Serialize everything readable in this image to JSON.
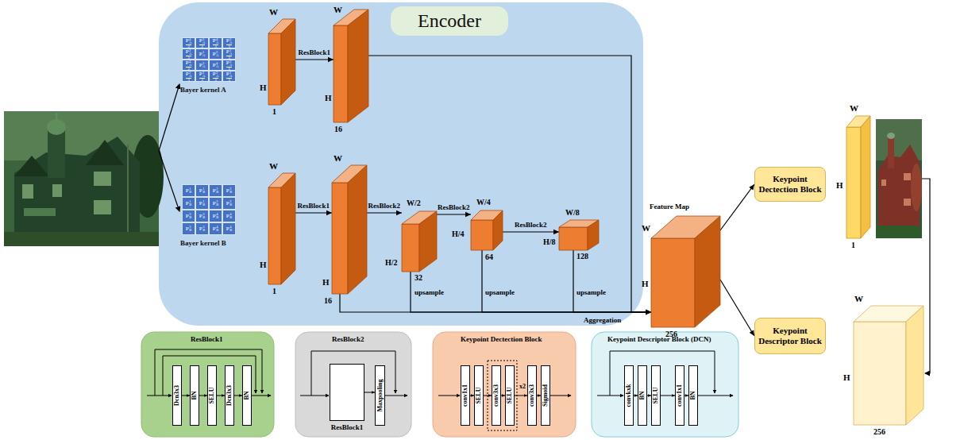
{
  "diagram": {
    "nodes": [
      {
        "text": [
          "Encoder"
        ]
      },
      {
        "text": [
          "Bayer kernel A"
        ],
        "in": 0
      },
      {
        "text": [
          "P",
          "4",
          "A",
          "3"
        ],
        "in": 1
      },
      {
        "text": [
          "P",
          "3",
          "A",
          "3"
        ],
        "in": 1
      },
      {
        "text": [
          "P",
          "4",
          "A",
          "3"
        ],
        "in": 1
      },
      {
        "text": [
          "P",
          "3",
          "A",
          "3"
        ],
        "in": 1
      },
      {
        "text": [
          "P",
          "2",
          "A",
          "3"
        ],
        "in": 1
      },
      {
        "text": [
          "P",
          "1",
          "A"
        ],
        "in": 1
      },
      {
        "text": [
          "P",
          "2",
          "A"
        ],
        "in": 1
      },
      {
        "text": [
          "P",
          "1",
          "A",
          "3"
        ],
        "in": 1
      },
      {
        "text": [
          "P",
          "4",
          "A",
          "3"
        ],
        "in": 1
      },
      {
        "text": [
          "P",
          "3",
          "A"
        ],
        "in": 1
      },
      {
        "text": [
          "P",
          "4",
          "A"
        ],
        "in": 1
      },
      {
        "text": [
          "P",
          "3",
          "A",
          "3"
        ],
        "in": 1
      },
      {
        "text": [
          "P",
          "2",
          "A",
          "3"
        ],
        "in": 1
      },
      {
        "text": [
          "P",
          "1",
          "A",
          "3"
        ],
        "in": 1
      },
      {
        "text": [
          "P",
          "2",
          "A",
          "3"
        ],
        "in": 1
      },
      {
        "text": [
          "P",
          "1",
          "A",
          "3"
        ],
        "in": 1
      },
      {
        "text": [
          "W",
          "H",
          "1"
        ],
        "in": 0
      },
      {
        "text": [
          "W",
          "H",
          "16"
        ],
        "in": 0
      },
      {
        "text": [
          "Bayer kernel B"
        ],
        "in": 0
      },
      {
        "text": [
          "P",
          "1",
          "B"
        ],
        "in": 20
      },
      {
        "text": [
          "P",
          "1",
          "B"
        ],
        "in": 20
      },
      {
        "text": [
          "P",
          "2",
          "B"
        ],
        "in": 20
      },
      {
        "text": [
          "P",
          "2",
          "B"
        ],
        "in": 20
      },
      {
        "text": [
          "P",
          "1",
          "B"
        ],
        "in": 20
      },
      {
        "text": [
          "P",
          "1",
          "B"
        ],
        "in": 20
      },
      {
        "text": [
          "P",
          "2",
          "B"
        ],
        "in": 20
      },
      {
        "text": [
          "P",
          "2",
          "B"
        ],
        "in": 20
      },
      {
        "text": [
          "P",
          "3",
          "B"
        ],
        "in": 20
      },
      {
        "text": [
          "P",
          "3",
          "B"
        ],
        "in": 20
      },
      {
        "text": [
          "P",
          "4",
          "B"
        ],
        "in": 20
      },
      {
        "text": [
          "P",
          "4",
          "B"
        ],
        "in": 20
      },
      {
        "text": [
          "P",
          "3",
          "B"
        ],
        "in": 20
      },
      {
        "text": [
          "P",
          "3",
          "B"
        ],
        "in": 20
      },
      {
        "text": [
          "P",
          "4",
          "B"
        ],
        "in": 20
      },
      {
        "text": [
          "P",
          "4",
          "B"
        ],
        "in": 20
      },
      {
        "text": [
          "W",
          "H",
          "1"
        ],
        "in": 0
      },
      {
        "text": [
          "W",
          "H",
          "16"
        ],
        "in": 0
      },
      {
        "text": [
          "W/2",
          "H/2",
          "32"
        ],
        "in": 0
      },
      {
        "text": [
          "W/4",
          "H/4",
          "64"
        ],
        "in": 0
      },
      {
        "text": [
          "W/8",
          "H/8",
          "128"
        ],
        "in": 0
      },
      {
        "text": [
          "Feature Map",
          "W",
          "H",
          "256"
        ]
      },
      {
        "text": [
          "Keypoint Dectection Block"
        ]
      },
      {
        "text": [
          "Keypoint Descriptor Block"
        ]
      },
      {
        "text": [
          "W",
          "H",
          "1"
        ]
      },
      {
        "text": [
          "W",
          "H",
          "256"
        ]
      },
      {
        "text": [
          "ResBlock1"
        ]
      },
      {
        "text": [
          "Dcn3x3"
        ],
        "in": 47
      },
      {
        "text": [
          "BN"
        ],
        "in": 47
      },
      {
        "text": [
          "SELU"
        ],
        "in": 47
      },
      {
        "text": [
          "Dcn3x3"
        ],
        "in": 47
      },
      {
        "text": [
          "BN"
        ],
        "in": 47
      },
      {
        "text": [
          "ResBlock2"
        ]
      },
      {
        "text": [
          "ResBlock1"
        ],
        "in": 53
      },
      {
        "text": [
          "Maxpooling"
        ],
        "in": 53
      },
      {
        "text": [
          "Keypoint Dectection Block"
        ]
      },
      {
        "text": [
          "conv1x1"
        ],
        "in": 56
      },
      {
        "text": [
          "SELU"
        ],
        "in": 56
      },
      {
        "text": [
          "conv3x3"
        ],
        "in": 56
      },
      {
        "text": [
          "SELU"
        ],
        "in": 56
      },
      {
        "text": [
          "conv3x3"
        ],
        "in": 56
      },
      {
        "text": [
          "Sigmoid"
        ],
        "in": 56
      },
      {
        "text": [
          "Keypoint Descriptor Block (DCN)"
        ]
      },
      {
        "text": [
          "convkxk"
        ],
        "in": 63
      },
      {
        "text": [
          "BN"
        ],
        "in": 63
      },
      {
        "text": [
          "SELU"
        ],
        "in": 63
      },
      {
        "text": [
          "conv1x1"
        ],
        "in": 63
      },
      {
        "text": [
          "BN"
        ],
        "in": 63
      }
    ],
    "edges": [
      {
        "from": 18,
        "to": 19,
        "arrow": "to",
        "label": "ResBlock1"
      },
      {
        "from": 37,
        "to": 38,
        "arrow": "to",
        "label": "ResBlock1"
      },
      {
        "from": 38,
        "to": 39,
        "arrow": "to",
        "label": "ResBlock2"
      },
      {
        "from": 39,
        "to": 40,
        "arrow": "to",
        "label": "ResBlock2"
      },
      {
        "from": 40,
        "to": 41,
        "arrow": "to",
        "label": "ResBlock2"
      },
      {
        "from": 19,
        "to": 42,
        "arrow": "to"
      },
      {
        "from": 38,
        "to": 42,
        "arrow": "to"
      },
      {
        "from": 39,
        "to": 42,
        "arrow": "to",
        "label": "upsample"
      },
      {
        "from": 40,
        "to": 42,
        "arrow": "to",
        "label": "upsample"
      },
      {
        "from": 41,
        "to": 42,
        "arrow": "to",
        "label": "upsample"
      },
      {
        "from": 42,
        "to": 43,
        "arrow": "to"
      },
      {
        "from": 42,
        "to": 44,
        "arrow": "to"
      },
      {
        "from": 48,
        "to": 49,
        "arrow": "to"
      },
      {
        "from": 49,
        "to": 50,
        "arrow": "to"
      },
      {
        "from": 50,
        "to": 51,
        "arrow": "to"
      },
      {
        "from": 51,
        "to": 52,
        "arrow": "to"
      },
      {
        "from": 54,
        "to": 55,
        "arrow": "to"
      },
      {
        "from": 57,
        "to": 58,
        "arrow": "to"
      },
      {
        "from": 58,
        "to": 59,
        "arrow": "to"
      },
      {
        "from": 59,
        "to": 60,
        "arrow": "to"
      },
      {
        "from": 60,
        "to": 61,
        "arrow": "to"
      },
      {
        "from": 61,
        "to": 62,
        "arrow": "to"
      },
      {
        "from": 64,
        "to": 65,
        "arrow": "to"
      },
      {
        "from": 65,
        "to": 66,
        "arrow": "to"
      },
      {
        "from": 66,
        "to": 67,
        "arrow": "to"
      },
      {
        "from": 67,
        "to": 68,
        "arrow": "to"
      }
    ],
    "labels": [
      "Aggregation",
      "x2"
    ]
  }
}
